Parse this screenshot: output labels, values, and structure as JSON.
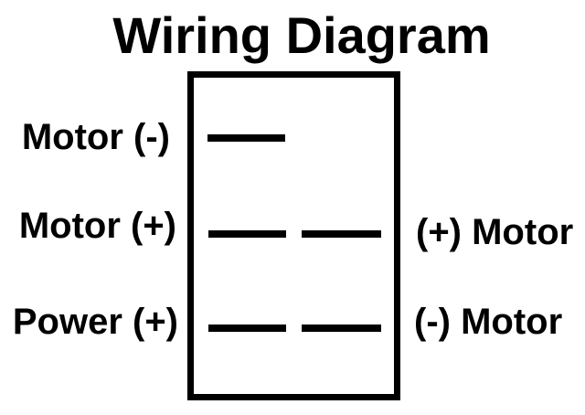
{
  "diagram": {
    "title": "Wiring Diagram",
    "left_labels": [
      {
        "row": 1,
        "text": "Motor (-)"
      },
      {
        "row": 2,
        "text": "Motor (+)"
      },
      {
        "row": 3,
        "text": "Power (+)"
      }
    ],
    "right_labels": [
      {
        "row": 2,
        "text": "(+) Motor"
      },
      {
        "row": 3,
        "text": "(-) Motor"
      }
    ],
    "terminals": [
      {
        "row": 1,
        "column": "left",
        "connects_to": "Motor (-)"
      },
      {
        "row": 2,
        "column": "left",
        "connects_to": "Motor (+)"
      },
      {
        "row": 2,
        "column": "right",
        "connects_to": "(+) Motor"
      },
      {
        "row": 3,
        "column": "left",
        "connects_to": "Power (+)"
      },
      {
        "row": 3,
        "column": "right",
        "connects_to": "(-) Motor"
      }
    ],
    "colors": {
      "ink": "#000000",
      "background": "#ffffff"
    }
  }
}
